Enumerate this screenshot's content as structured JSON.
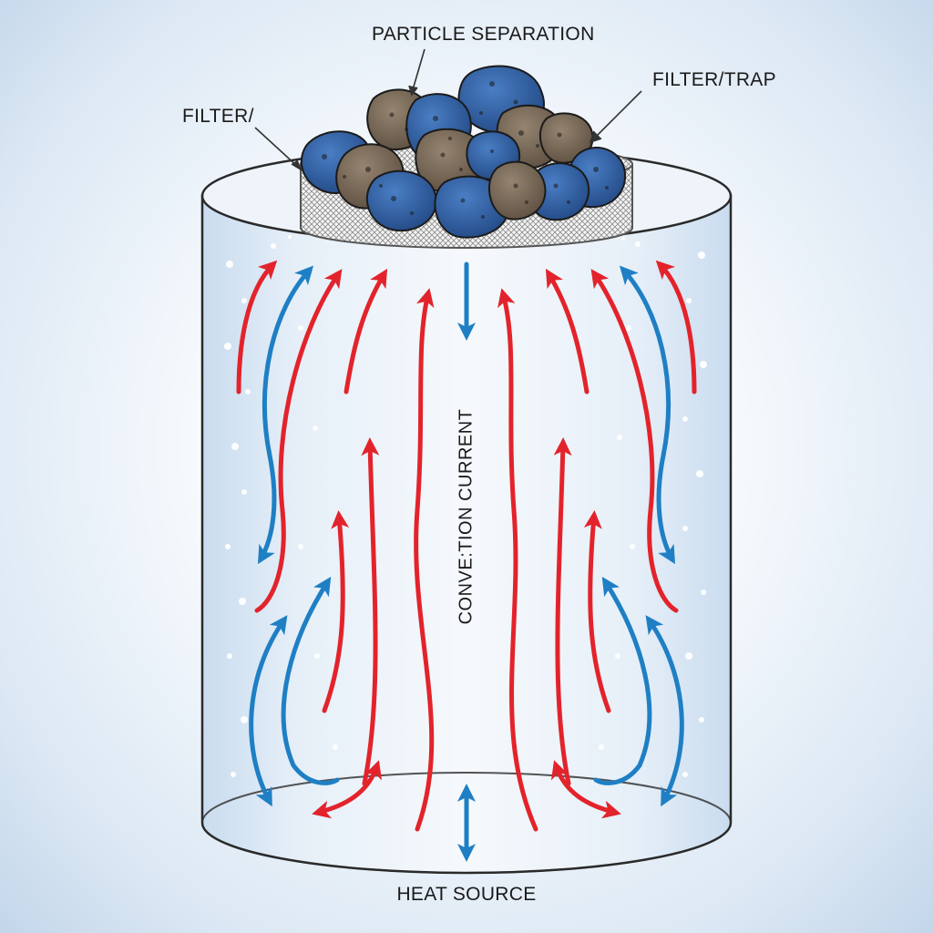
{
  "labels": {
    "particle_separation": "PARTICLE SEPARATION",
    "filter_left": "FILTER/",
    "filter_trap": "FILTER/TRAP",
    "convection_current": "CONVE:TION CURRENT",
    "heat_source": "HEAT SOURCE"
  },
  "colors": {
    "hot_arrow": "#e3232b",
    "cold_arrow": "#1f7fc4",
    "particle_blue": "#2e5fa8",
    "particle_brown": "#7a6a58",
    "cylinder_fill": "#dce9f6",
    "outline": "#2a2a2a"
  },
  "icons": {
    "hot_flow": "red-arrow-icon",
    "cold_flow": "blue-arrow-icon",
    "particle": "rock-particle-icon",
    "mesh": "filter-mesh-icon"
  }
}
